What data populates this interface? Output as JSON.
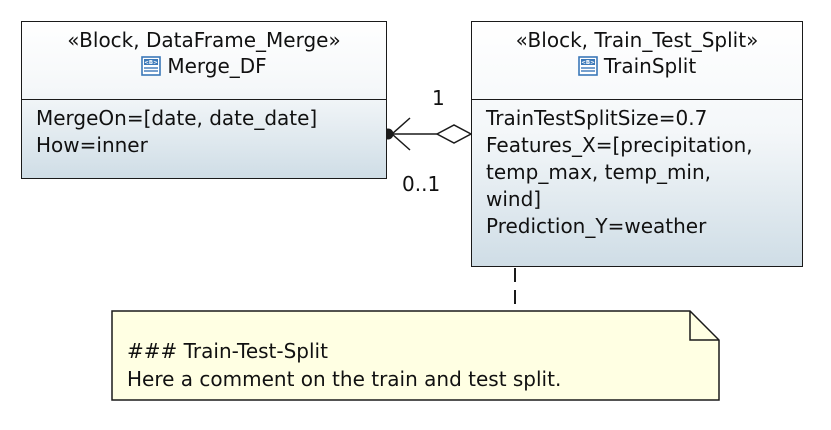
{
  "blocks": [
    {
      "stereotype": "«Block, DataFrame_Merge»",
      "icon": "block-icon",
      "name": "Merge_DF",
      "properties": [
        "MergeOn=[date, date_date]",
        "How=inner"
      ]
    },
    {
      "stereotype": "«Block, Train_Test_Split»",
      "icon": "block-icon",
      "name": "TrainSplit",
      "properties": [
        "TrainTestSplitSize=0.7",
        "Features_X=[precipitation,",
        "temp_max, temp_min,",
        "wind]",
        "Prediction_Y=weather"
      ]
    }
  ],
  "association": {
    "multiplicity_whole": "1",
    "multiplicity_part": "0..1"
  },
  "note": {
    "lines": [
      "### Train-Test-Split",
      "Here a comment on the train and test split."
    ]
  },
  "colors": {
    "block_gradient_top": "#ffffff",
    "block_gradient_bottom": "#cfdde6",
    "note_fill": "#ffffe3",
    "line": "#1a1a1a",
    "icon_blue": "#3b78b8"
  }
}
